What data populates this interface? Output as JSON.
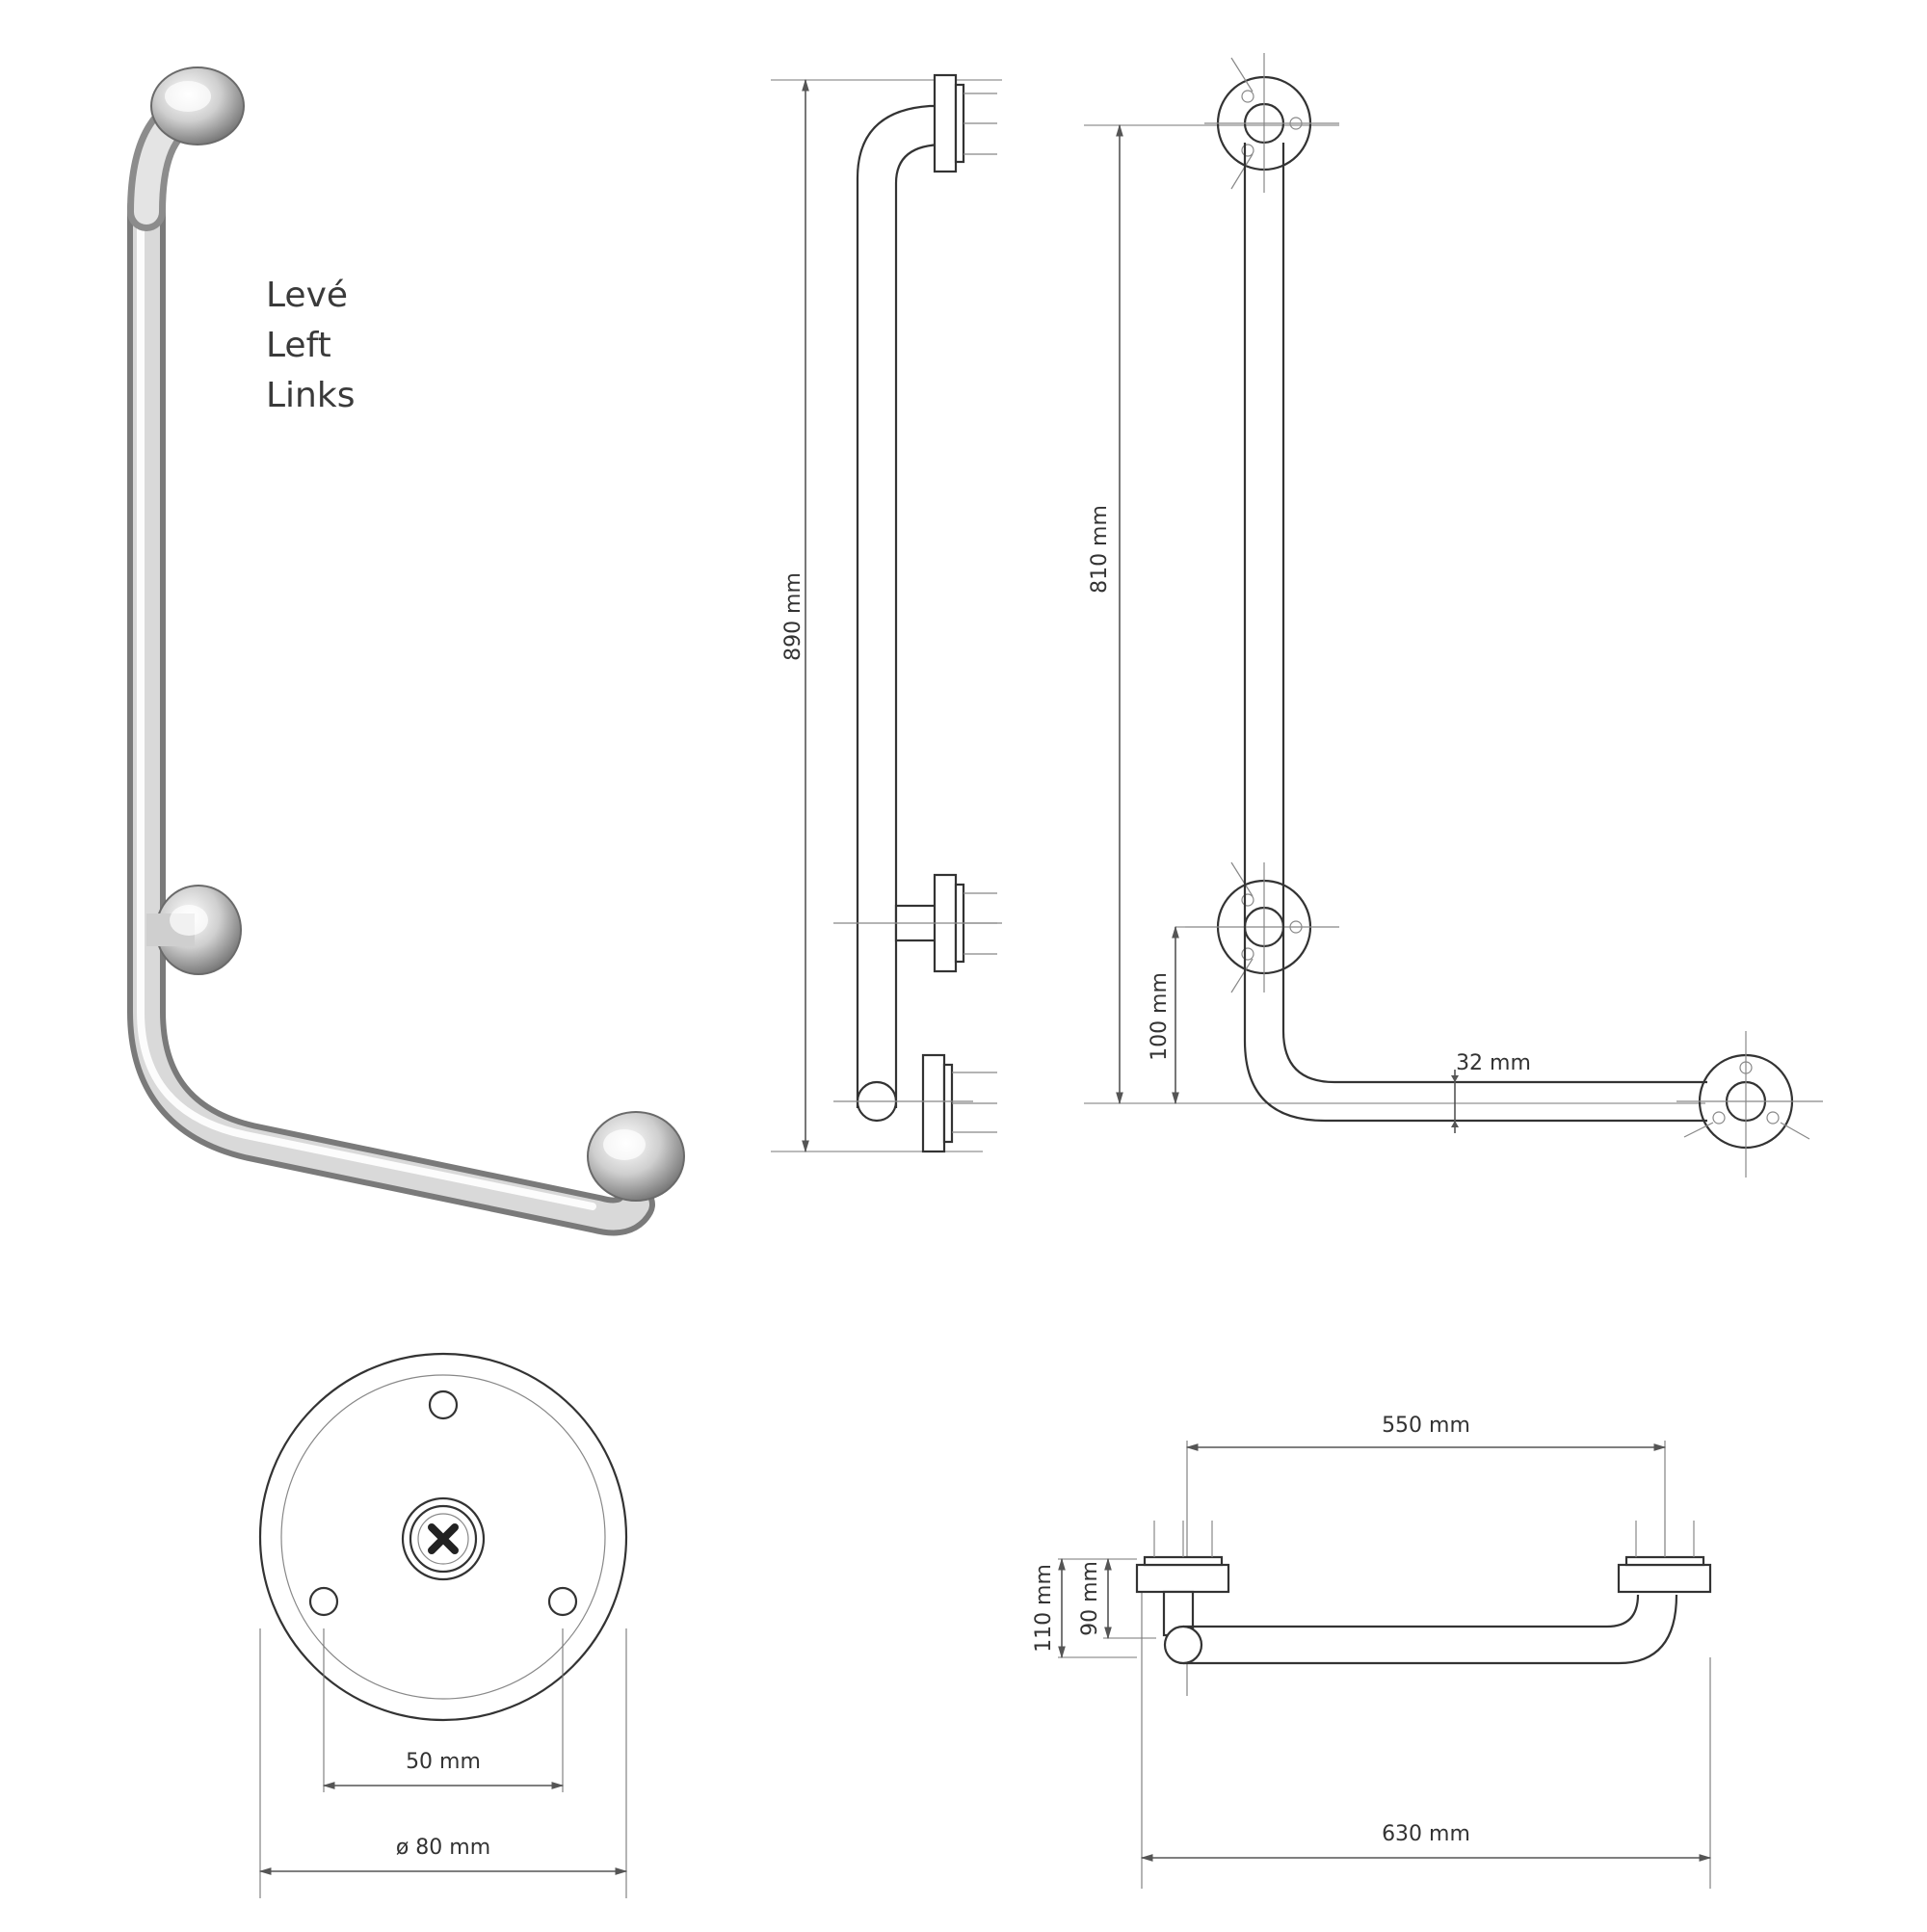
{
  "side_labels": [
    "Levé",
    "Left",
    "Links"
  ],
  "dimensions": {
    "total_height": "890 mm",
    "flange_distance": "810 mm",
    "bottom_offset": "100 mm",
    "tube_diameter": "32 mm",
    "flange_hole_spacing": "50 mm",
    "flange_diameter": "ø 80 mm",
    "centers_width": "550 mm",
    "overall_width": "630 mm",
    "wall_distance_outer": "110 mm",
    "wall_distance_inner": "90 mm"
  },
  "colors": {
    "line": "#333333",
    "chrome_light": "#f4f4f4",
    "chrome_dark": "#8a8a8a"
  }
}
